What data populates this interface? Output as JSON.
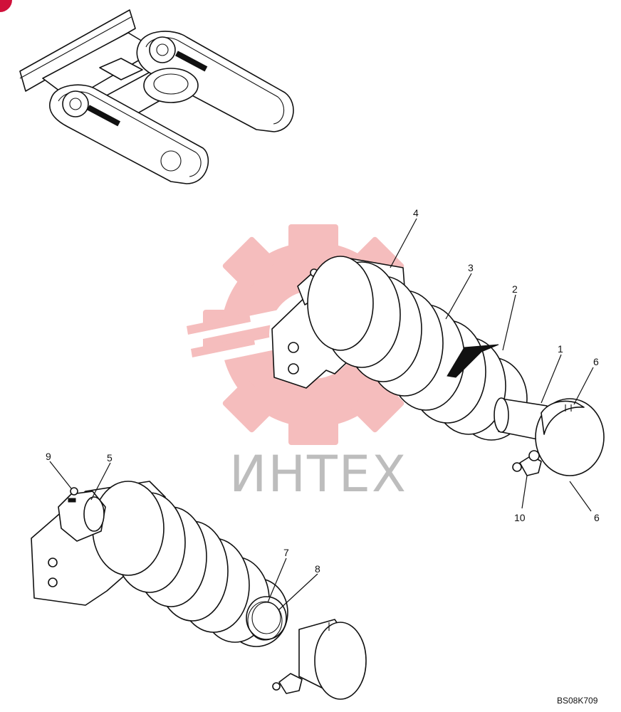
{
  "watermark": {
    "text": "ИНТЕХ",
    "gear_color": "#f4b6b6",
    "text_color": "#bdbdbd"
  },
  "drawing_code": "BS08K709",
  "corner_marker_color": "#d0103a",
  "callouts": [
    {
      "id": "callout-1",
      "label": "1"
    },
    {
      "id": "callout-2",
      "label": "2"
    },
    {
      "id": "callout-3",
      "label": "3"
    },
    {
      "id": "callout-4",
      "label": "4"
    },
    {
      "id": "callout-5",
      "label": "5"
    },
    {
      "id": "callout-6a",
      "label": "6"
    },
    {
      "id": "callout-6b",
      "label": "6"
    },
    {
      "id": "callout-7",
      "label": "7"
    },
    {
      "id": "callout-8",
      "label": "8"
    },
    {
      "id": "callout-9",
      "label": "9"
    },
    {
      "id": "callout-10",
      "label": "10"
    }
  ]
}
